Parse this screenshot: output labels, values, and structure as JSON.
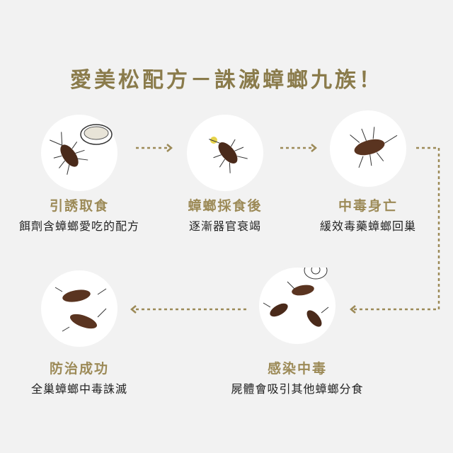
{
  "title": "愛美松配方－誅滅蟑螂九族！",
  "colors": {
    "accent": "#9c8a57",
    "title": "#8a7b4b",
    "background": "#f2f2f2",
    "roach": "#4a2a1a"
  },
  "steps": [
    {
      "title": "引誘取食",
      "desc": "餌劑含蟑螂愛吃的配方"
    },
    {
      "title": "蟑螂採食後",
      "desc": "逐漸器官衰竭"
    },
    {
      "title": "中毒身亡",
      "desc": "緩效毒藥蟑螂回巢"
    },
    {
      "title": "感染中毒",
      "desc": "屍體會吸引其他蟑螂分食"
    },
    {
      "title": "防治成功",
      "desc": "全巢蟑螂中毒誅滅"
    }
  ]
}
